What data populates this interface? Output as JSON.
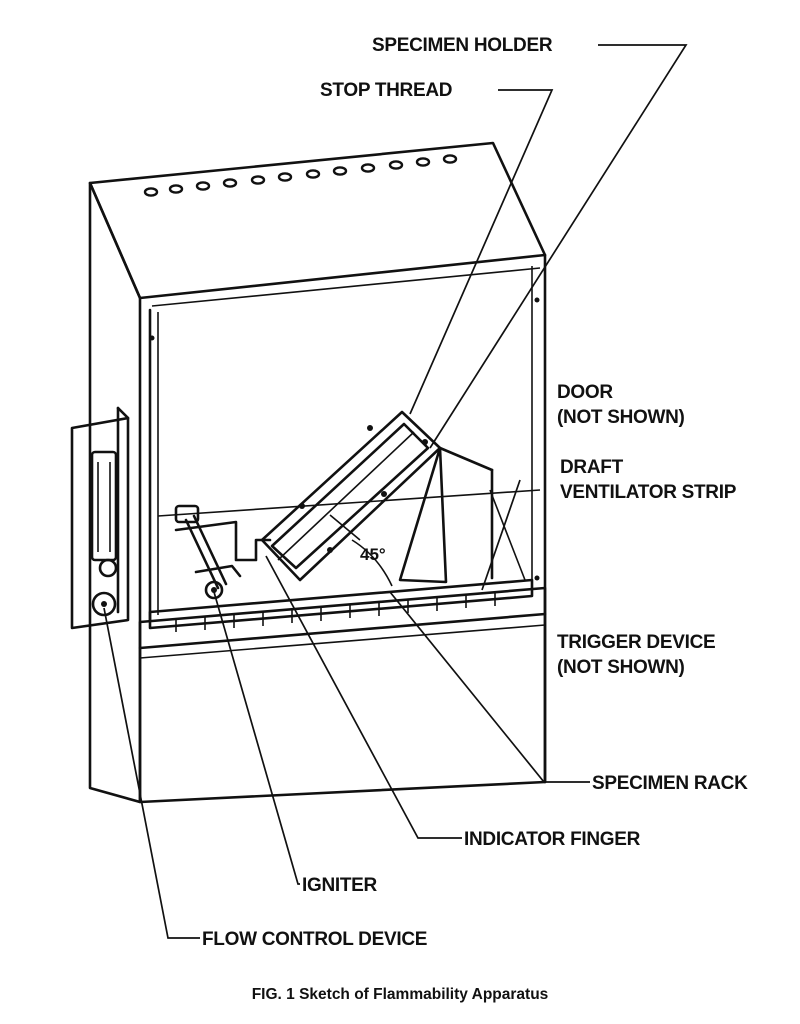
{
  "labels": {
    "specimen_holder": "SPECIMEN HOLDER",
    "stop_thread": "STOP THREAD",
    "door": "DOOR",
    "door_note": "(NOT SHOWN)",
    "draft_line1": "DRAFT",
    "draft_line2": "VENTILATOR STRIP",
    "trigger": "TRIGGER DEVICE",
    "trigger_note": "(NOT SHOWN)",
    "specimen_rack": "SPECIMEN RACK",
    "indicator_finger": "INDICATOR FINGER",
    "igniter": "IGNITER",
    "flow_control": "FLOW CONTROL DEVICE"
  },
  "angle_label": "45°",
  "caption": "FIG. 1  Sketch of Flammability Apparatus",
  "colors": {
    "ink": "#111111",
    "paper": "#ffffff"
  }
}
